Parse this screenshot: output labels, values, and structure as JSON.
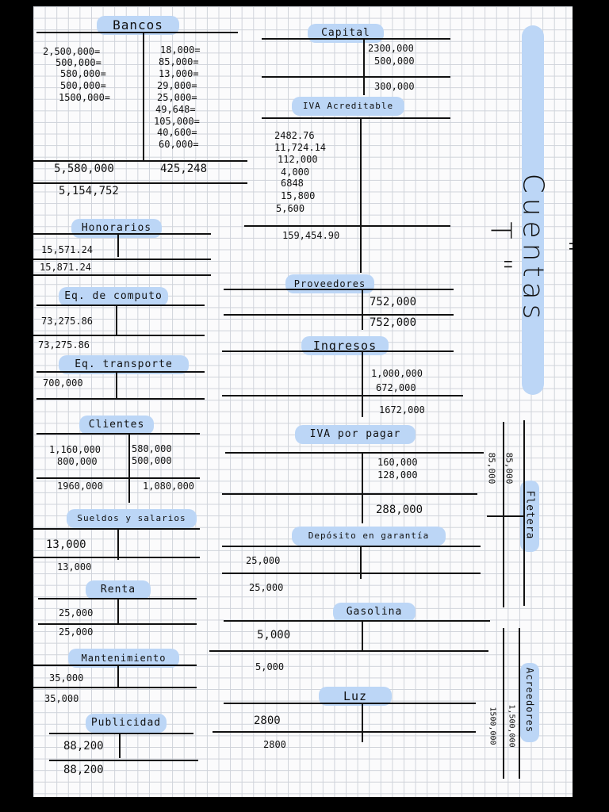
{
  "title": "\" Cuentas T \"",
  "accounts": {
    "bancos": {
      "name": "Bancos",
      "debits": [
        "2,500,000=",
        "500,000=",
        "580,000=",
        "500,000=",
        "1500,000="
      ],
      "credits": [
        "18,000=",
        "85,000=",
        "13,000=",
        "29,000=",
        "25,000=",
        "49,648=",
        "105,000=",
        "40,600=",
        "60,000="
      ],
      "debit_total": "5,580,000",
      "credit_total": "425,248",
      "balance": "5,154,752"
    },
    "capital": {
      "name": "Capital",
      "credits": [
        "2300,000",
        "500,000"
      ],
      "balance": "300,000"
    },
    "iva_acreditable": {
      "name": "IVA Acreditable",
      "debits": [
        "2482.76",
        "11,724.14",
        "112,000",
        "4,000",
        "6848",
        "15,800",
        "5,600"
      ],
      "balance": "159,454.90"
    },
    "honorarios": {
      "name": "Honorarios",
      "debit": "15,571.24",
      "balance": "15,871.24"
    },
    "eq_computo": {
      "name": "Eq. de computo",
      "debit": "73,275.86",
      "balance": "73,275.86"
    },
    "eq_transporte": {
      "name": "Eq. transporte",
      "debit": "700,000"
    },
    "clientes": {
      "name": "Clientes",
      "debits": [
        "1,160,000",
        "800,000"
      ],
      "credits": [
        "580,000",
        "500,000"
      ],
      "debit_total": "1960,000",
      "credit_total": "1,080,000"
    },
    "sueldos": {
      "name": "Sueldos y salarios",
      "debit": "13,000",
      "balance": "13,000"
    },
    "renta": {
      "name": "Renta",
      "debit": "25,000",
      "balance": "25,000"
    },
    "mantenimiento": {
      "name": "Mantenimiento",
      "debit": "35,000",
      "balance": "35,000"
    },
    "publicidad": {
      "name": "Publicidad",
      "debit": "88,200",
      "balance": "88,200"
    },
    "proveedores": {
      "name": "Proveedores",
      "credit": "752,000",
      "balance": "752,000"
    },
    "ingresos": {
      "name": "Ingresos",
      "credits": [
        "1,000,000",
        "672,000"
      ],
      "balance": "1672,000"
    },
    "iva_por_pagar": {
      "name": "IVA por pagar",
      "credits": [
        "160,000",
        "128,000"
      ],
      "balance": "288,000"
    },
    "deposito": {
      "name": "Depósito en garantía",
      "debit": "25,000",
      "balance": "25,000"
    },
    "gasolina": {
      "name": "Gasolina",
      "debit": "5,000",
      "balance": "5,000"
    },
    "luz": {
      "name": "Luz",
      "debit": "2800",
      "balance": "2800"
    },
    "fletera": {
      "name": "Fletera",
      "debit": "85,000",
      "credit": "85,000"
    },
    "acreedores": {
      "name": "Acreedores",
      "debit": "1,500,000",
      "credit": "1500,000"
    }
  }
}
